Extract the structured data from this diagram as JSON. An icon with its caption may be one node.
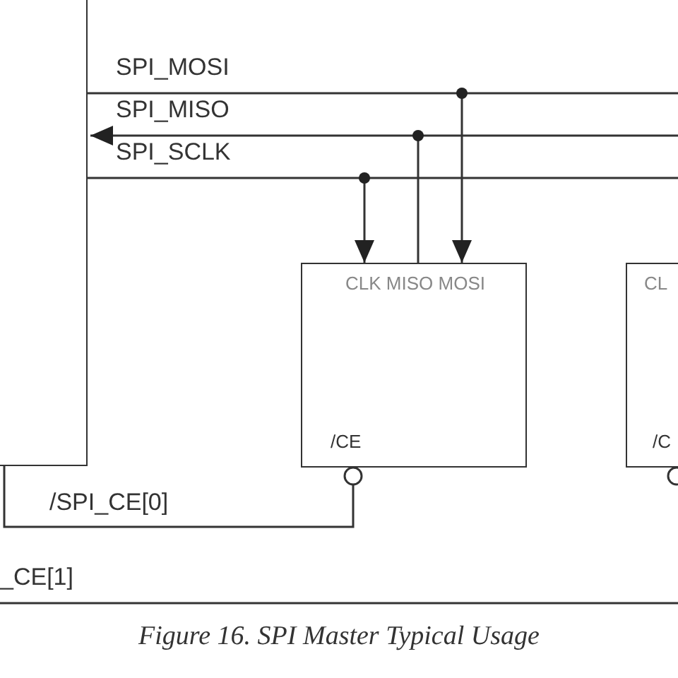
{
  "diagram": {
    "caption": "Figure 16. SPI Master Typical Usage",
    "nodes": [
      {
        "text": [],
        "shape": "box"
      },
      {
        "text": [
          "CLK MISO MOSI",
          "/CE"
        ]
      },
      {
        "text": [
          "CL",
          "/C"
        ]
      }
    ],
    "edges": [
      {
        "from": 0,
        "to": 1,
        "arrow": "to",
        "label": "SPI_MOSI"
      },
      {
        "from": 1,
        "to": 0,
        "arrow": "to",
        "label": "SPI_MISO"
      },
      {
        "from": 0,
        "to": 1,
        "arrow": "to",
        "label": "SPI_SCLK"
      },
      {
        "from": 0,
        "to": 1,
        "arrow": "other",
        "label": "/SPI_CE[0]"
      }
    ],
    "labels": [
      "_CE[1]"
    ]
  }
}
